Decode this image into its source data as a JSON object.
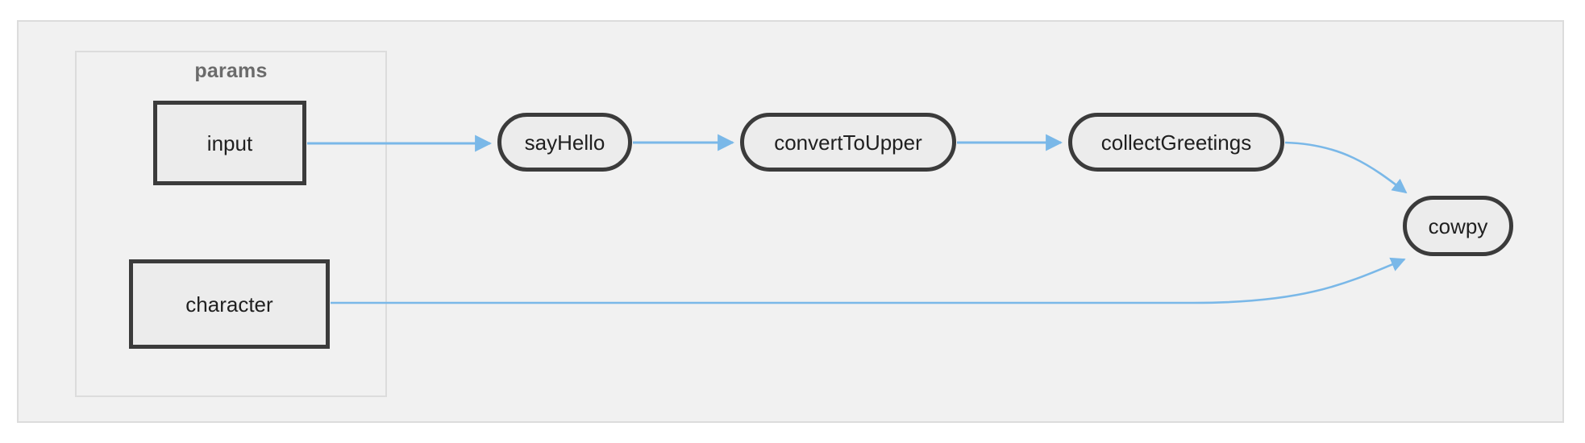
{
  "diagram": {
    "type": "flowchart",
    "direction": "left-to-right",
    "subgraphs": [
      {
        "id": "params",
        "label": "params"
      }
    ],
    "nodes": [
      {
        "id": "input",
        "label": "input",
        "shape": "rect",
        "group": "params"
      },
      {
        "id": "character",
        "label": "character",
        "shape": "rect",
        "group": "params"
      },
      {
        "id": "sayHello",
        "label": "sayHello",
        "shape": "stadium",
        "group": null
      },
      {
        "id": "convertToUpper",
        "label": "convertToUpper",
        "shape": "stadium",
        "group": null
      },
      {
        "id": "collectGreetings",
        "label": "collectGreetings",
        "shape": "stadium",
        "group": null
      },
      {
        "id": "cowpy",
        "label": "cowpy",
        "shape": "stadium",
        "group": null
      }
    ],
    "edges": [
      {
        "from": "input",
        "to": "sayHello",
        "label": ""
      },
      {
        "from": "sayHello",
        "to": "convertToUpper",
        "label": ""
      },
      {
        "from": "convertToUpper",
        "to": "collectGreetings",
        "label": ""
      },
      {
        "from": "collectGreetings",
        "to": "cowpy",
        "label": ""
      },
      {
        "from": "character",
        "to": "cowpy",
        "label": ""
      }
    ]
  },
  "colors": {
    "canvas_background": "#ffffff",
    "container_background": "#f1f1f1",
    "container_border": "#dcdcdc",
    "node_fill": "#ececec",
    "node_border": "#3b3b3b",
    "node_text": "#1f1f1f",
    "subgraph_label_text": "#6b6b6b",
    "edge_stroke": "#7ab8e8",
    "arrow_fill": "#7ab8e8"
  }
}
